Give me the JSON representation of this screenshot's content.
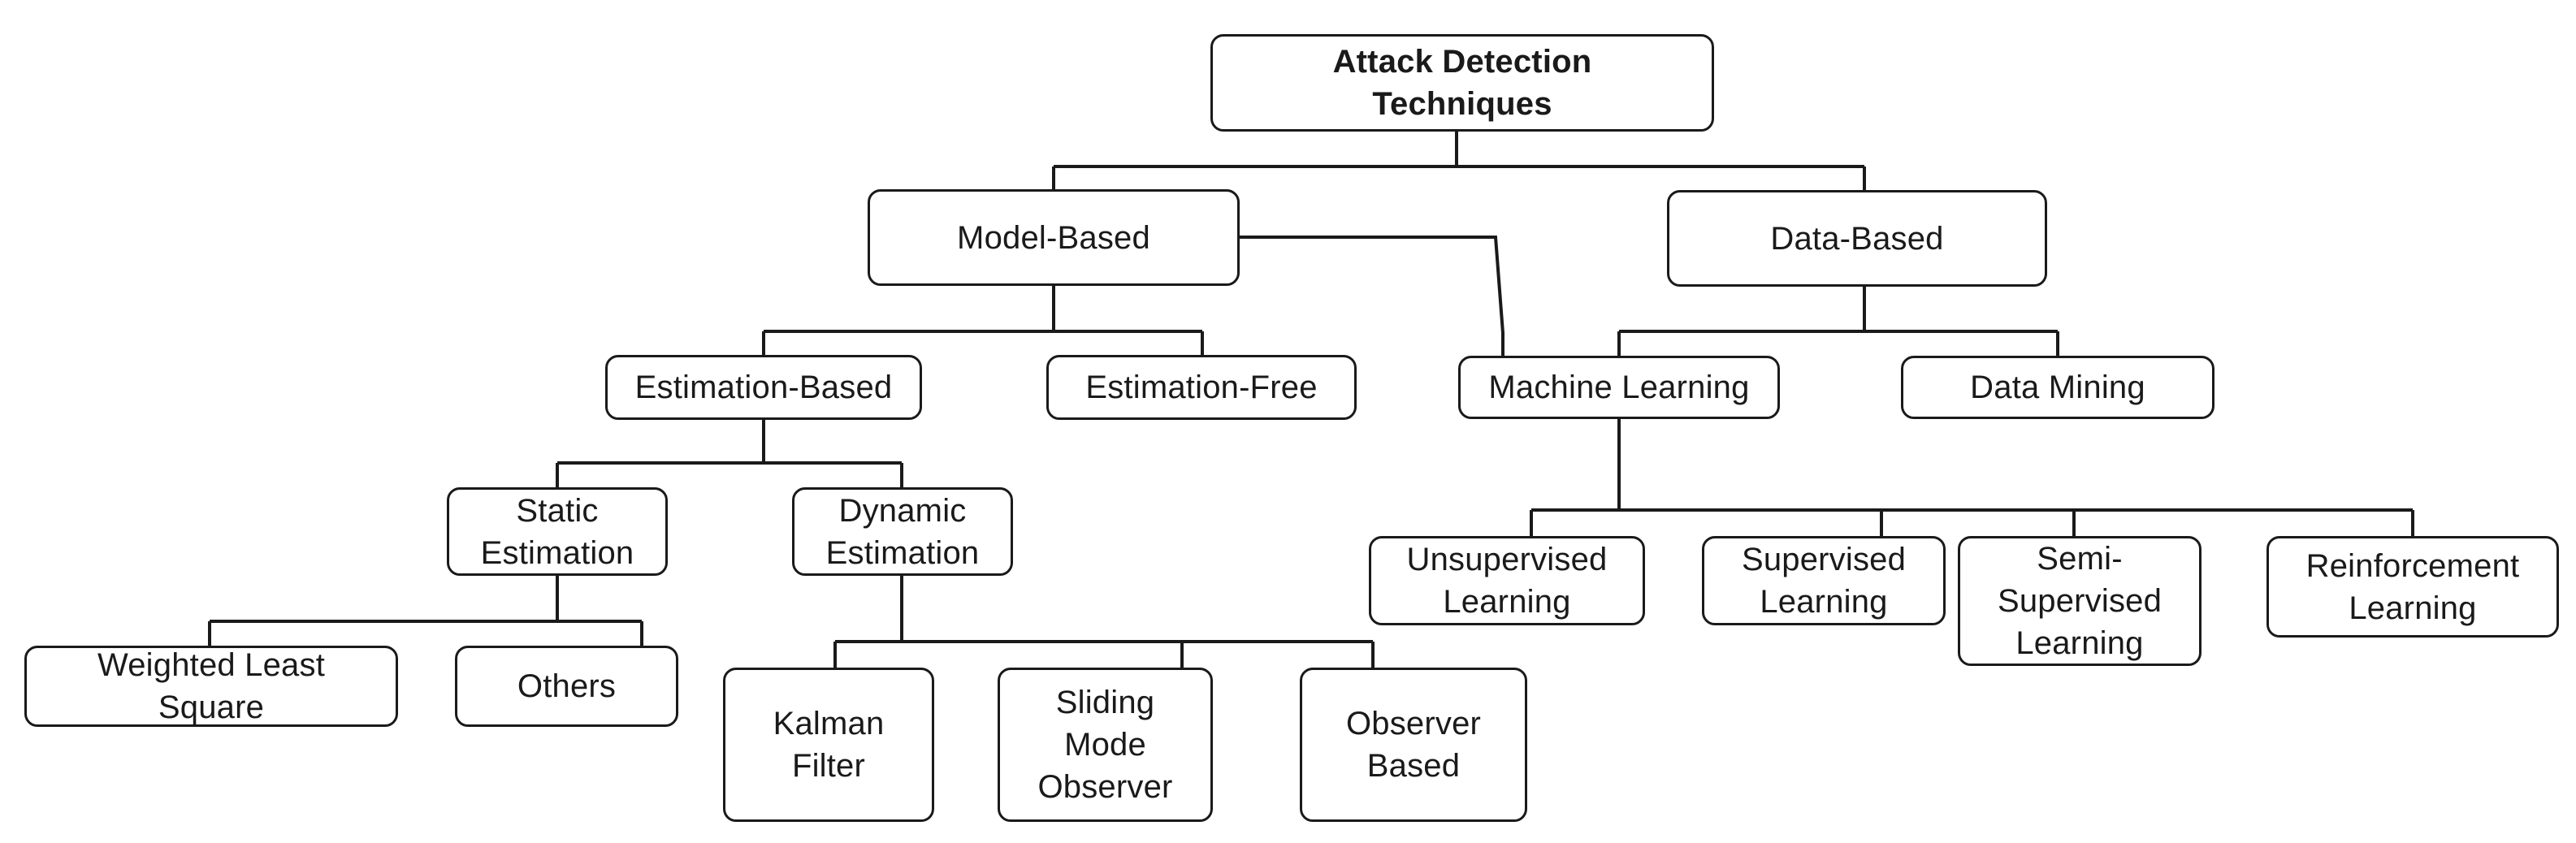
{
  "diagram": {
    "title": "Attack Detection Techniques taxonomy",
    "stroke_color": "#1a1a1a",
    "background_color": "#ffffff",
    "nodes": {
      "root": {
        "label": "Attack Detection\nTechniques"
      },
      "model_based": {
        "label": "Model-Based"
      },
      "data_based": {
        "label": "Data-Based"
      },
      "estimation_based": {
        "label": "Estimation-Based"
      },
      "estimation_free": {
        "label": "Estimation-Free"
      },
      "machine_learning": {
        "label": "Machine Learning"
      },
      "data_mining": {
        "label": "Data Mining"
      },
      "static_estimation": {
        "label": "Static\nEstimation"
      },
      "dynamic_estimation": {
        "label": "Dynamic\nEstimation"
      },
      "unsupervised_learning": {
        "label": "Unsupervised\nLearning"
      },
      "supervised_learning": {
        "label": "Supervised\nLearning"
      },
      "semi_supervised_learning": {
        "label": "Semi-\nSupervised\nLearning"
      },
      "reinforcement_learning": {
        "label": "Reinforcement\nLearning"
      },
      "weighted_least_square": {
        "label": "Weighted Least\nSquare"
      },
      "others": {
        "label": "Others"
      },
      "kalman_filter": {
        "label": "Kalman\nFilter"
      },
      "sliding_mode_observer": {
        "label": "Sliding\nMode\nObserver"
      },
      "observer_based": {
        "label": "Observer\nBased"
      }
    },
    "edges": [
      {
        "from": "root",
        "to": "model_based"
      },
      {
        "from": "root",
        "to": "data_based"
      },
      {
        "from": "model_based",
        "to": "estimation_based"
      },
      {
        "from": "model_based",
        "to": "estimation_free"
      },
      {
        "from": "model_based",
        "to": "machine_learning"
      },
      {
        "from": "data_based",
        "to": "machine_learning"
      },
      {
        "from": "data_based",
        "to": "data_mining"
      },
      {
        "from": "estimation_based",
        "to": "static_estimation"
      },
      {
        "from": "estimation_based",
        "to": "dynamic_estimation"
      },
      {
        "from": "machine_learning",
        "to": "unsupervised_learning"
      },
      {
        "from": "machine_learning",
        "to": "supervised_learning"
      },
      {
        "from": "machine_learning",
        "to": "semi_supervised_learning"
      },
      {
        "from": "machine_learning",
        "to": "reinforcement_learning"
      },
      {
        "from": "static_estimation",
        "to": "weighted_least_square"
      },
      {
        "from": "static_estimation",
        "to": "others"
      },
      {
        "from": "dynamic_estimation",
        "to": "kalman_filter"
      },
      {
        "from": "dynamic_estimation",
        "to": "sliding_mode_observer"
      },
      {
        "from": "dynamic_estimation",
        "to": "observer_based"
      }
    ]
  }
}
